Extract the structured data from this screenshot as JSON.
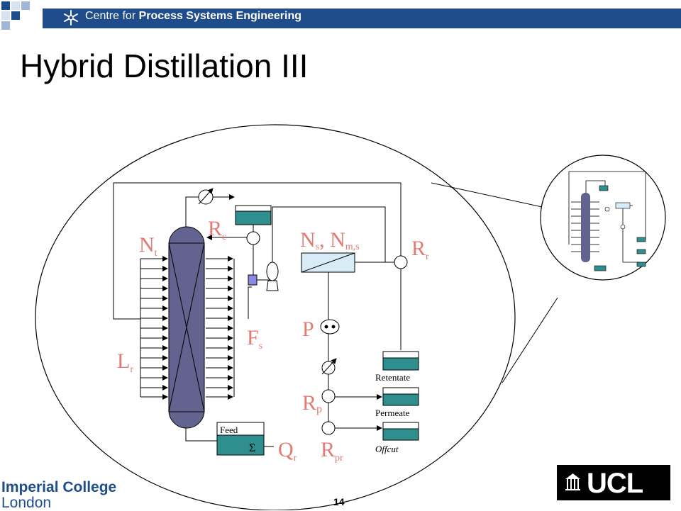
{
  "header": {
    "org_prefix": "Centre for",
    "org_bold": "Process Systems Engineering"
  },
  "slide": {
    "title": "Hybrid Distillation III",
    "page_number": "14"
  },
  "logos": {
    "imperial_line1": "Imperial College",
    "imperial_line2": "London",
    "ucl": "UCL"
  },
  "diagram": {
    "labels": {
      "Nt_main": "N",
      "Nt_sub": "t",
      "Rc_main": "R",
      "Rc_sub": "c",
      "Ns_main": "N",
      "Ns_sub": "s",
      "Nms_main": ", N",
      "Nms_sub": "m,s",
      "Rr_main": "R",
      "Rr_sub": "r",
      "P": "P",
      "Fs_main": "F",
      "Fs_sub": "s",
      "Lr_main": "L",
      "Lr_sub": "r",
      "Rp_main": "R",
      "Rp_sub": "p",
      "Qr_main": "Q",
      "Qr_sub": "r",
      "Rpr_main": "R",
      "Rpr_sub": "pr",
      "feed": "Feed",
      "retentate": "Retentate",
      "permeate": "Permeate",
      "offcut": "Offcut",
      "sigma": "Σ"
    },
    "colors": {
      "column": "#63638f",
      "tank": "#2f8f8f",
      "label": "#e07a73",
      "membrane": "#d8ecf8"
    }
  }
}
